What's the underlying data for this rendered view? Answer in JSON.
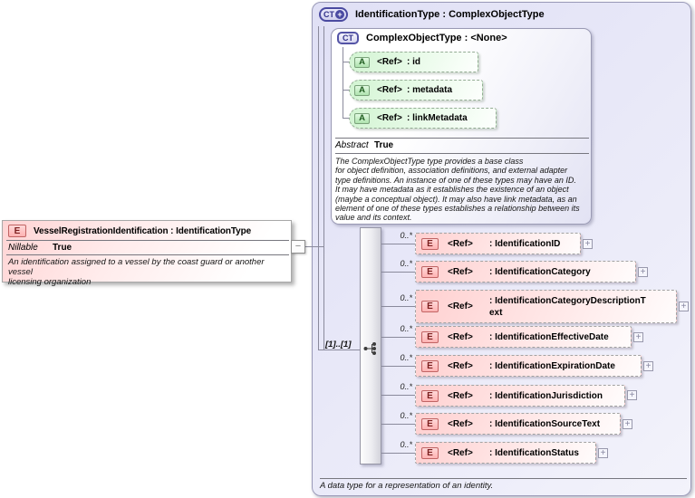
{
  "icons": {
    "expand": "+",
    "collapse": "−"
  },
  "left_element": {
    "kind": "E",
    "title": "VesselRegistrationIdentification : IdentificationType",
    "property_label": "Nillable",
    "property_value": "True",
    "annotation": "An identification assigned to a vessel by the coast guard or another vessel\nlicensing organization"
  },
  "type_box": {
    "kind_letters": "CT",
    "title": "IdentificationType : ComplexObjectType",
    "annotation": "A data type for a representation of an identity.",
    "base_type": {
      "kind": "CT",
      "title": "ComplexObjectType : <None>",
      "attributes": [
        {
          "kind": "A",
          "ref": "<Ref>",
          "name": ": id"
        },
        {
          "kind": "A",
          "ref": "<Ref>",
          "name": ": metadata"
        },
        {
          "kind": "A",
          "ref": "<Ref>",
          "name": ": linkMetadata"
        }
      ],
      "property_label": "Abstract",
      "property_value": "True",
      "annotation": "The ComplexObjectType type provides a base class\nfor object definition, association definitions, and external adapter\ntype definitions. An instance of one of these types may have an ID.\nIt may have metadata as it establishes the existence of an object\n(maybe a conceptual object). It may also have link metadata, as an\nelement of one of these types establishes a relationship between its\nvalue and its context."
    },
    "compositor": {
      "cardinality": "[1]..[1]"
    },
    "elements": [
      {
        "cardinality": "0..*",
        "kind": "E",
        "ref": "<Ref>",
        "name": ": IdentificationID"
      },
      {
        "cardinality": "0..*",
        "kind": "E",
        "ref": "<Ref>",
        "name": ": IdentificationCategory"
      },
      {
        "cardinality": "0..*",
        "kind": "E",
        "ref": "<Ref>",
        "name": ": IdentificationCategoryDescriptionText"
      },
      {
        "cardinality": "0..*",
        "kind": "E",
        "ref": "<Ref>",
        "name": ": IdentificationEffectiveDate"
      },
      {
        "cardinality": "0..*",
        "kind": "E",
        "ref": "<Ref>",
        "name": ": IdentificationExpirationDate"
      },
      {
        "cardinality": "0..*",
        "kind": "E",
        "ref": "<Ref>",
        "name": ": IdentificationJurisdiction"
      },
      {
        "cardinality": "0..*",
        "kind": "E",
        "ref": "<Ref>",
        "name": ": IdentificationSourceText"
      },
      {
        "cardinality": "0..*",
        "kind": "E",
        "ref": "<Ref>",
        "name": ": IdentificationStatus"
      }
    ]
  }
}
